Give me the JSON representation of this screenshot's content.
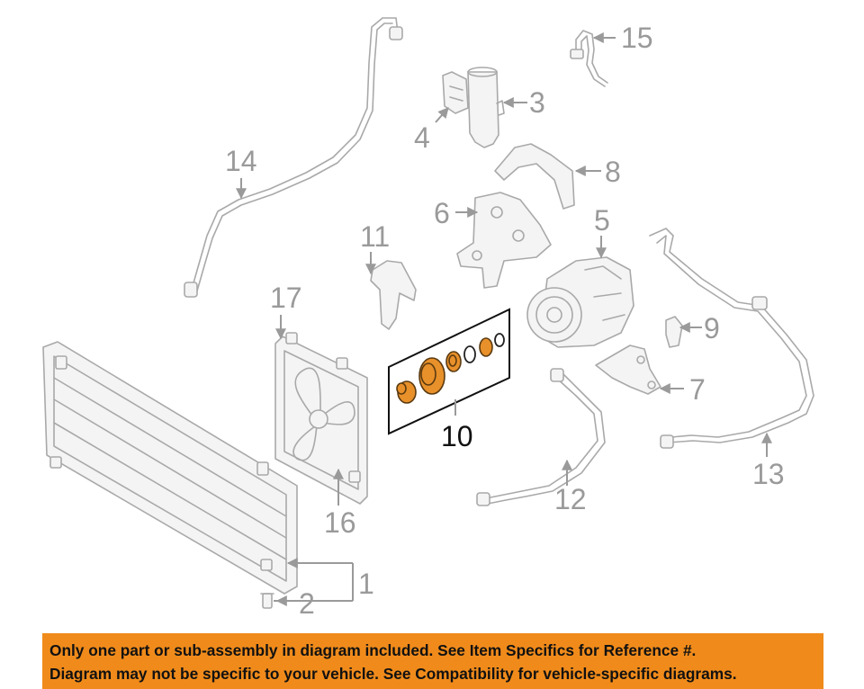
{
  "callouts": {
    "c1": "1",
    "c2": "2",
    "c3": "3",
    "c4": "4",
    "c5": "5",
    "c6": "6",
    "c7": "7",
    "c8": "8",
    "c9": "9",
    "c10": "10",
    "c11": "11",
    "c12": "12",
    "c13": "13",
    "c14": "14",
    "c15": "15",
    "c16": "16",
    "c17": "17"
  },
  "banner": {
    "line1": "Only one part or sub-assembly in diagram included. See Item Specifics for Reference #.",
    "line2": "Diagram may not be specific to your vehicle. See Compatibility for vehicle-specific diagrams."
  },
  "colors": {
    "highlight": "#e8902a",
    "banner": "#f08b1b",
    "line_art": "#a9a9a9"
  }
}
